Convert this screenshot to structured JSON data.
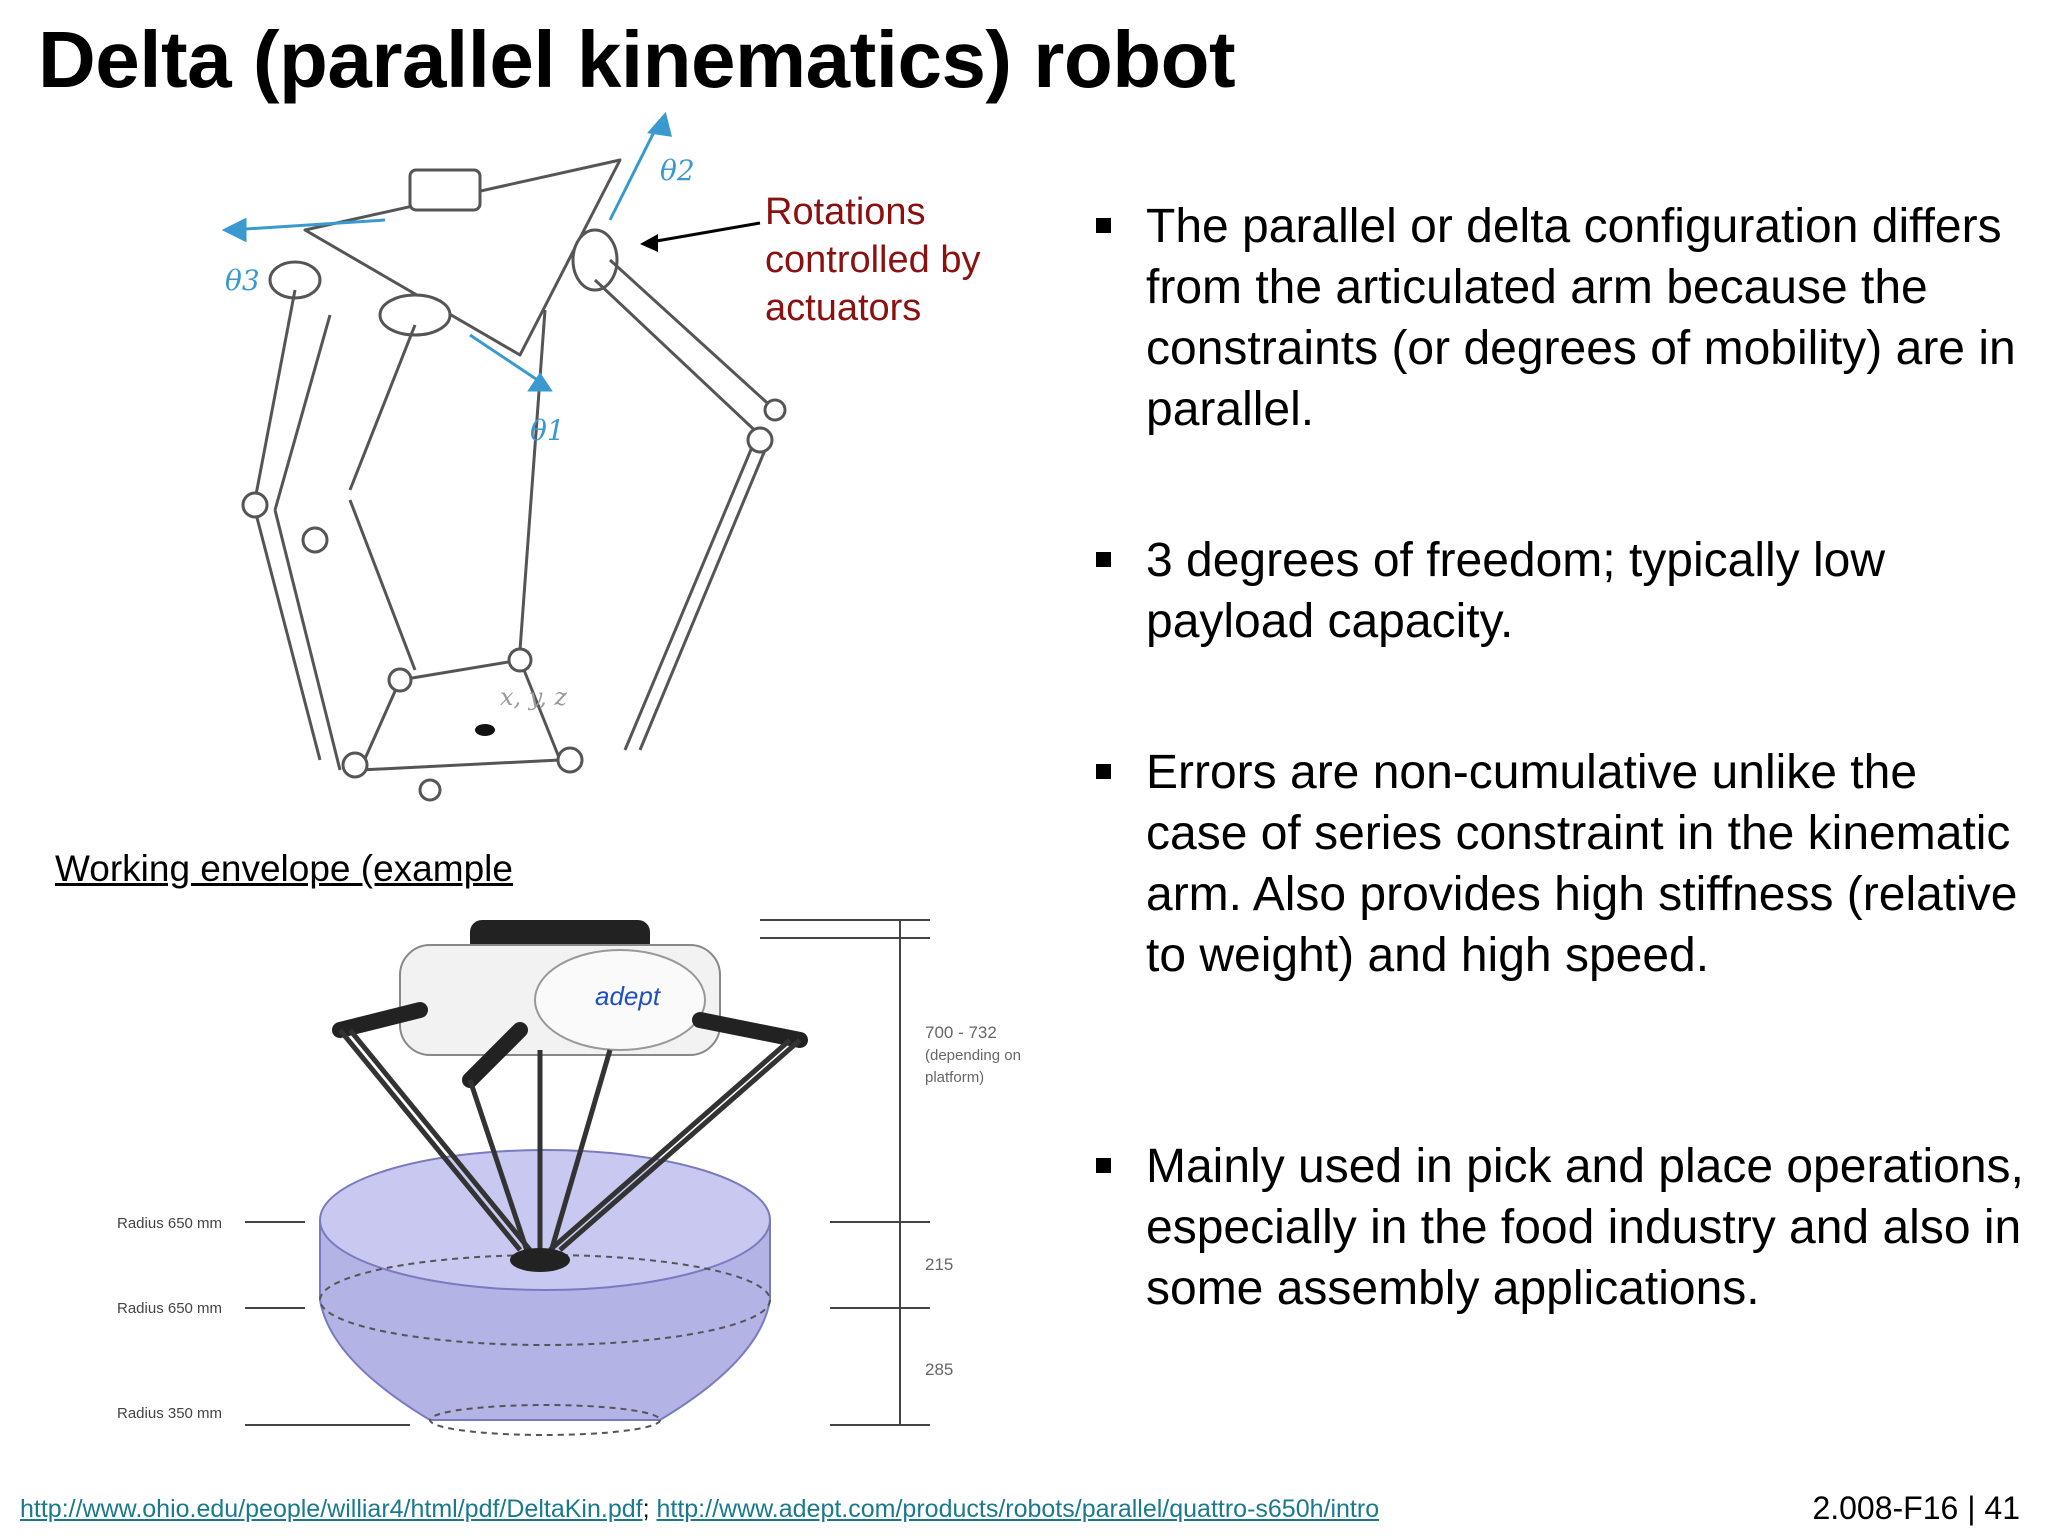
{
  "title": "Delta (parallel kinematics) robot",
  "figure1": {
    "annotation_lines": [
      "Rotations",
      "controlled by",
      "actuators"
    ],
    "theta1": "θ1",
    "theta2": "θ2",
    "theta3": "θ3",
    "xyz": "x, y, z"
  },
  "figure2": {
    "caption": "Working envelope (example",
    "brand": "adept",
    "dim_top_line1": "700 - 732",
    "dim_top_line2": "(depending on",
    "dim_top_line3": "platform)",
    "dim_middle": "215",
    "dim_bottom": "285",
    "radius_top": "Radius 650 mm",
    "radius_middle": "Radius 650 mm",
    "radius_bottom": "Radius 350 mm"
  },
  "bullets": [
    "The parallel or delta configuration differs from the articulated arm because the constraints (or degrees of mobility) are in parallel.",
    "3 degrees of freedom; typically low payload capacity.",
    "Errors are non-cumulative unlike the case of series constraint in the kinematic arm. Also provides high stiffness (relative to weight) and high speed.",
    "Mainly used in pick and place operations, especially in the food industry and also in some assembly applications."
  ],
  "footer": {
    "link1": "http://www.ohio.edu/people/williar4/html/pdf/DeltaKin.pdf",
    "separator": ";",
    "link2": "http://www.adept.com/products/robots/parallel/quattro-s650h/intro",
    "page": "2.008-F16 | 41"
  },
  "colors": {
    "annotation": "#8b1010",
    "link": "#1a7a8c",
    "envelope": "#b3b3e6",
    "axis_arrow": "#3a9ad0"
  }
}
